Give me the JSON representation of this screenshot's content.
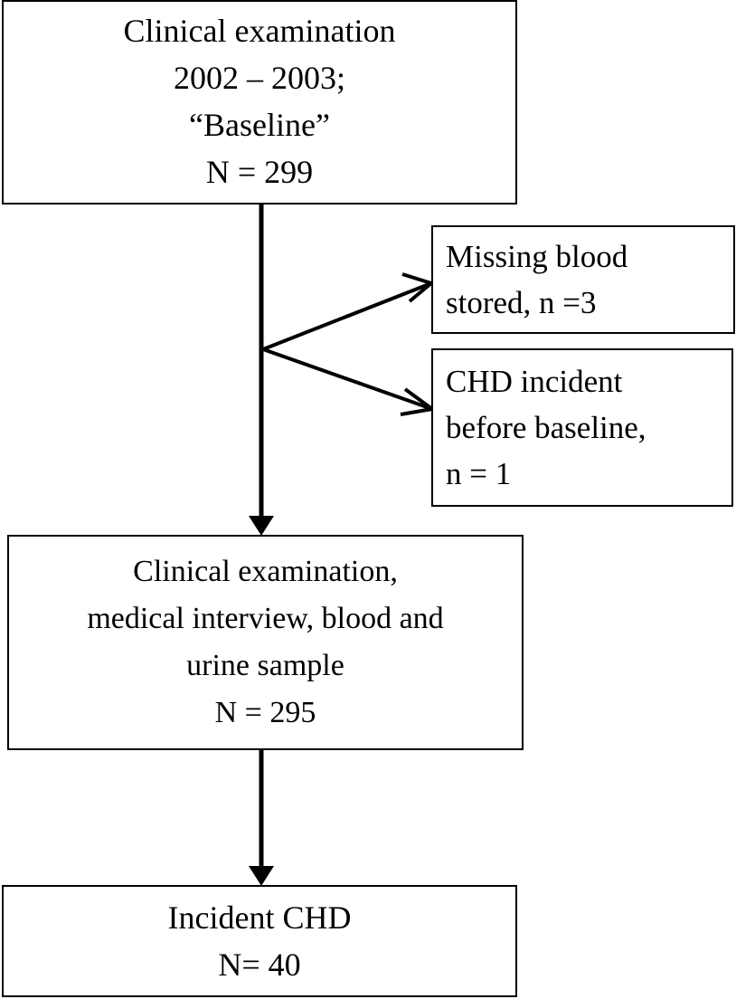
{
  "diagram": {
    "type": "flowchart",
    "orientation": "top-to-bottom",
    "background_color": "#ffffff",
    "line_color": "#000000",
    "nodes": [
      {
        "id": "baseline",
        "name": "clinical-examination-baseline",
        "align": "center",
        "lines": [
          "Clinical examination",
          "2002 – 2003;",
          "“Baseline”",
          "N = 299"
        ]
      },
      {
        "id": "missing_blood",
        "name": "missing-blood-stored",
        "align": "left",
        "lines": [
          "Missing blood",
          "stored, n =3"
        ]
      },
      {
        "id": "chd_before",
        "name": "chd-incident-before-baseline",
        "align": "left",
        "lines": [
          "CHD incident",
          "before baseline,",
          "n = 1"
        ]
      },
      {
        "id": "exam2",
        "name": "clinical-examination-interview-samples",
        "align": "center",
        "lines": [
          "Clinical examination,",
          "medical interview, blood and",
          "urine sample",
          "N = 295"
        ]
      },
      {
        "id": "incident_chd",
        "name": "incident-chd",
        "align": "center",
        "lines": [
          "Incident CHD",
          "N= 40"
        ]
      }
    ],
    "edges": [
      {
        "id": "edge_baseline_to_exam2",
        "name": "arrow-baseline-to-exam2",
        "from": "baseline",
        "to": "exam2",
        "style": "solid-filled-arrow",
        "label": ""
      },
      {
        "id": "edge_branch_to_missing_blood",
        "name": "arrow-branch-to-missing-blood",
        "from": "baseline",
        "to": "missing_blood",
        "style": "solid-open-arrow",
        "label": ""
      },
      {
        "id": "edge_branch_to_chd_before",
        "name": "arrow-branch-to-chd-before",
        "from": "baseline",
        "to": "chd_before",
        "style": "solid-open-arrow",
        "label": ""
      },
      {
        "id": "edge_exam2_to_incident_chd",
        "name": "arrow-exam2-to-incident-chd",
        "from": "exam2",
        "to": "incident_chd",
        "style": "solid-filled-arrow",
        "label": ""
      }
    ]
  }
}
